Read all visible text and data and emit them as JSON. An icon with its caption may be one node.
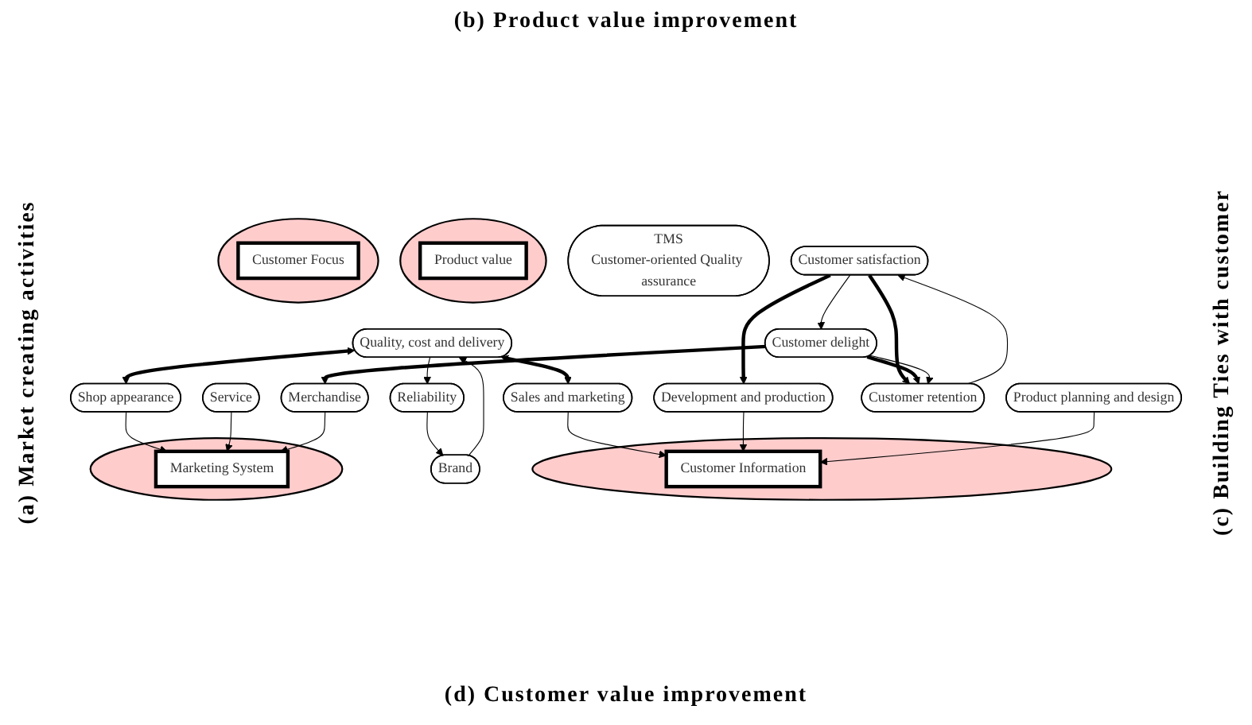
{
  "diagram": {
    "nodes": [
      {
        "text": [],
        "shape": "ellipse"
      },
      {
        "text": [
          "Product value"
        ],
        "in": 0
      },
      {
        "text": [
          "Quality, cost and delivery"
        ]
      },
      {
        "text": [
          "Reliability"
        ]
      },
      {
        "text": [
          "Brand"
        ]
      },
      {
        "text": [],
        "shape": "ellipse"
      },
      {
        "text": [
          "Customer Information"
        ],
        "in": 5
      },
      {
        "text": [
          "Sales and marketing"
        ]
      },
      {
        "text": [
          "Development and production"
        ]
      },
      {
        "text": [
          "Product planning and design"
        ]
      },
      {
        "text": [
          "TMS",
          "Customer-oriented Quality assurance"
        ]
      },
      {
        "text": [],
        "shape": "ellipse"
      },
      {
        "text": [
          "Marketing System"
        ],
        "in": 11
      },
      {
        "text": [
          "Shop appearance"
        ]
      },
      {
        "text": [
          "Service"
        ]
      },
      {
        "text": [
          "Merchandise"
        ]
      },
      {
        "text": [],
        "shape": "ellipse"
      },
      {
        "text": [
          "Customer Focus"
        ],
        "in": 16
      },
      {
        "text": [
          "Customer satisfaction"
        ]
      },
      {
        "text": [
          "Customer delight"
        ]
      },
      {
        "text": [
          "Customer retention"
        ]
      }
    ],
    "edges": [
      {
        "from": 2,
        "to": 3,
        "arrow": "to"
      },
      {
        "from": 3,
        "to": 4,
        "arrow": "to"
      },
      {
        "from": 4,
        "to": 2,
        "arrow": "to"
      },
      {
        "from": 2,
        "to": 7,
        "arrow": "both",
        "style": "thick"
      },
      {
        "from": 2,
        "to": 13,
        "arrow": "both",
        "style": "thick"
      },
      {
        "from": 7,
        "to": 6,
        "arrow": "to"
      },
      {
        "from": 8,
        "to": 6,
        "arrow": "to"
      },
      {
        "from": 9,
        "to": 6,
        "arrow": "to"
      },
      {
        "from": 13,
        "to": 12,
        "arrow": "to"
      },
      {
        "from": 14,
        "to": 12,
        "arrow": "to"
      },
      {
        "from": 15,
        "to": 12,
        "arrow": "to"
      },
      {
        "from": 18,
        "to": 8,
        "arrow": "to",
        "style": "thick"
      },
      {
        "from": 18,
        "to": 20,
        "arrow": "to",
        "style": "thick"
      },
      {
        "from": 19,
        "to": 20,
        "arrow": "to",
        "style": "thick"
      },
      {
        "from": 19,
        "to": 15,
        "arrow": "to",
        "style": "thick"
      },
      {
        "from": 18,
        "to": 19,
        "arrow": "to"
      },
      {
        "from": 19,
        "to": 20,
        "arrow": "to"
      },
      {
        "from": 20,
        "to": 18,
        "arrow": "to"
      }
    ],
    "labels": [
      "(b) Product value improvement",
      "(a) Market creating activities",
      "(c) Building Ties with customer",
      "(d) Customer value improvement"
    ]
  }
}
